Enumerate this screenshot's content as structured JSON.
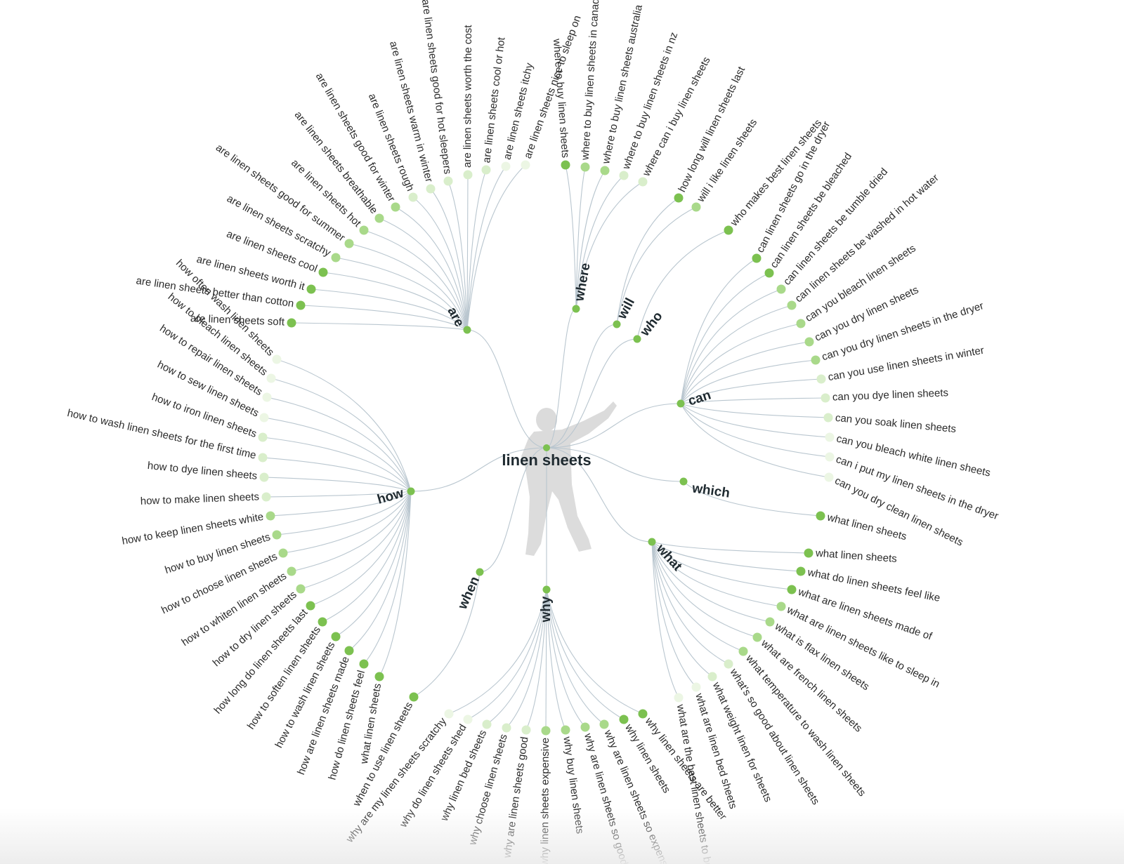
{
  "root": {
    "label": "linen sheets"
  },
  "colors": {
    "link": "#b9c6cf",
    "node_strong": "#7cc150",
    "node_mid": "#a9d98a",
    "node_light": "#d9eecb",
    "node_faint": "#ecf6e4",
    "silhouette": "#d8d8d8"
  },
  "branches": [
    {
      "id": "are",
      "label": "are",
      "leaves": [
        {
          "label": "are linen sheets soft",
          "strength": 1.0
        },
        {
          "label": "are linen sheets better than cotton",
          "strength": 1.0
        },
        {
          "label": "are linen sheets worth it",
          "strength": 0.9
        },
        {
          "label": "are linen sheets cool",
          "strength": 0.9
        },
        {
          "label": "are linen sheets scratchy",
          "strength": 0.85
        },
        {
          "label": "are linen sheets good for summer",
          "strength": 0.8
        },
        {
          "label": "are linen sheets hot",
          "strength": 0.75
        },
        {
          "label": "are linen sheets breathable",
          "strength": 0.7
        },
        {
          "label": "are linen sheets good for winter",
          "strength": 0.6
        },
        {
          "label": "are linen sheets rough",
          "strength": 0.55
        },
        {
          "label": "are linen sheets warm in winter",
          "strength": 0.5
        },
        {
          "label": "are linen sheets good for hot sleepers",
          "strength": 0.45
        },
        {
          "label": "are linen sheets worth the cost",
          "strength": 0.4
        },
        {
          "label": "are linen sheets cool or hot",
          "strength": 0.35
        },
        {
          "label": "are linen sheets itchy",
          "strength": 0.3
        },
        {
          "label": "are linen sheets nice to sleep on",
          "strength": 0.2
        }
      ]
    },
    {
      "id": "where",
      "label": "where",
      "leaves": [
        {
          "label": "where to buy linen sheets",
          "strength": 1.0
        },
        {
          "label": "where to buy linen sheets in canada",
          "strength": 0.8
        },
        {
          "label": "where to buy linen sheets australia",
          "strength": 0.6
        },
        {
          "label": "where to buy linen sheets in nz",
          "strength": 0.5
        },
        {
          "label": "where can i buy linen sheets",
          "strength": 0.35
        }
      ]
    },
    {
      "id": "will",
      "label": "will",
      "leaves": [
        {
          "label": "how long will linen sheets last",
          "strength": 1.0
        },
        {
          "label": "will i like linen sheets",
          "strength": 0.6
        }
      ]
    },
    {
      "id": "who",
      "label": "who",
      "leaves": [
        {
          "label": "who makes best linen sheets",
          "strength": 1.0
        }
      ]
    },
    {
      "id": "can",
      "label": "can",
      "leaves": [
        {
          "label": "can linen sheets go in the dryer",
          "strength": 1.0
        },
        {
          "label": "can linen sheets be bleached",
          "strength": 1.0
        },
        {
          "label": "can linen sheets be tumble dried",
          "strength": 0.8
        },
        {
          "label": "can linen sheets be washed in hot water",
          "strength": 0.8
        },
        {
          "label": "can you bleach linen sheets",
          "strength": 0.75
        },
        {
          "label": "can you dry linen sheets",
          "strength": 0.7
        },
        {
          "label": "can you dry linen sheets in the dryer",
          "strength": 0.6
        },
        {
          "label": "can you use linen sheets in winter",
          "strength": 0.5
        },
        {
          "label": "can you dye linen sheets",
          "strength": 0.45
        },
        {
          "label": "can you soak linen sheets",
          "strength": 0.35
        },
        {
          "label": "can you bleach white linen sheets",
          "strength": 0.25
        },
        {
          "label": "can i put my linen sheets in the dryer",
          "strength": 0.2
        },
        {
          "label": "can you dry clean linen sheets",
          "strength": 0.15
        }
      ]
    },
    {
      "id": "which",
      "label": "which",
      "leaves": [
        {
          "label": "what linen sheets",
          "strength": 1.0
        }
      ]
    },
    {
      "id": "what",
      "label": "what",
      "leaves": [
        {
          "label": "what linen sheets",
          "strength": 1.0
        },
        {
          "label": "what do linen sheets feel like",
          "strength": 1.0
        },
        {
          "label": "what are linen sheets made of",
          "strength": 0.9
        },
        {
          "label": "what are linen sheets like to sleep in",
          "strength": 0.85
        },
        {
          "label": "what is flax linen sheets",
          "strength": 0.8
        },
        {
          "label": "what are french linen sheets",
          "strength": 0.7
        },
        {
          "label": "what temperature to wash linen sheets",
          "strength": 0.6
        },
        {
          "label": "what's so good about linen sheets",
          "strength": 0.5
        },
        {
          "label": "what weight linen for sheets",
          "strength": 0.4
        },
        {
          "label": "what are linen bed sheets",
          "strength": 0.3
        },
        {
          "label": "what are the best linen sheets to buy",
          "strength": 0.2
        }
      ]
    },
    {
      "id": "why",
      "label": "why",
      "leaves": [
        {
          "label": "why linen sheets are better",
          "strength": 1.0
        },
        {
          "label": "why linen sheets",
          "strength": 1.0
        },
        {
          "label": "why are linen sheets so expensive",
          "strength": 0.85
        },
        {
          "label": "why are linen sheets so good",
          "strength": 0.8
        },
        {
          "label": "why buy linen sheets",
          "strength": 0.7
        },
        {
          "label": "why linen sheets expensive",
          "strength": 0.6
        },
        {
          "label": "why are linen sheets good",
          "strength": 0.55
        },
        {
          "label": "why choose linen sheets",
          "strength": 0.45
        },
        {
          "label": "why linen bed sheets",
          "strength": 0.35
        },
        {
          "label": "why do linen sheets shed",
          "strength": 0.25
        },
        {
          "label": "why are my linen sheets scratchy",
          "strength": 0.15
        }
      ]
    },
    {
      "id": "when",
      "label": "when",
      "leaves": [
        {
          "label": "when to use linen sheets",
          "strength": 1.0
        }
      ]
    },
    {
      "id": "how",
      "label": "how",
      "leaves": [
        {
          "label": "what linen sheets",
          "strength": 1.0
        },
        {
          "label": "how do linen sheets feel",
          "strength": 1.0
        },
        {
          "label": "how are linen sheets made",
          "strength": 1.0
        },
        {
          "label": "how to wash linen sheets",
          "strength": 1.0
        },
        {
          "label": "how to soften linen sheets",
          "strength": 0.95
        },
        {
          "label": "how long do linen sheets last",
          "strength": 0.9
        },
        {
          "label": "how to dry linen sheets",
          "strength": 0.85
        },
        {
          "label": "how to whiten linen sheets",
          "strength": 0.8
        },
        {
          "label": "how to choose linen sheets",
          "strength": 0.75
        },
        {
          "label": "how to buy linen sheets",
          "strength": 0.7
        },
        {
          "label": "how to keep linen sheets white",
          "strength": 0.6
        },
        {
          "label": "how to make linen sheets",
          "strength": 0.5
        },
        {
          "label": "how to dye linen sheets",
          "strength": 0.45
        },
        {
          "label": "how to wash linen sheets for the first time",
          "strength": 0.4
        },
        {
          "label": "how to iron linen sheets",
          "strength": 0.35
        },
        {
          "label": "how to sew linen sheets",
          "strength": 0.3
        },
        {
          "label": "how to repair linen sheets",
          "strength": 0.25
        },
        {
          "label": "how to bleach linen sheets",
          "strength": 0.2
        },
        {
          "label": "how often wash linen sheets",
          "strength": 0.15
        }
      ]
    }
  ]
}
